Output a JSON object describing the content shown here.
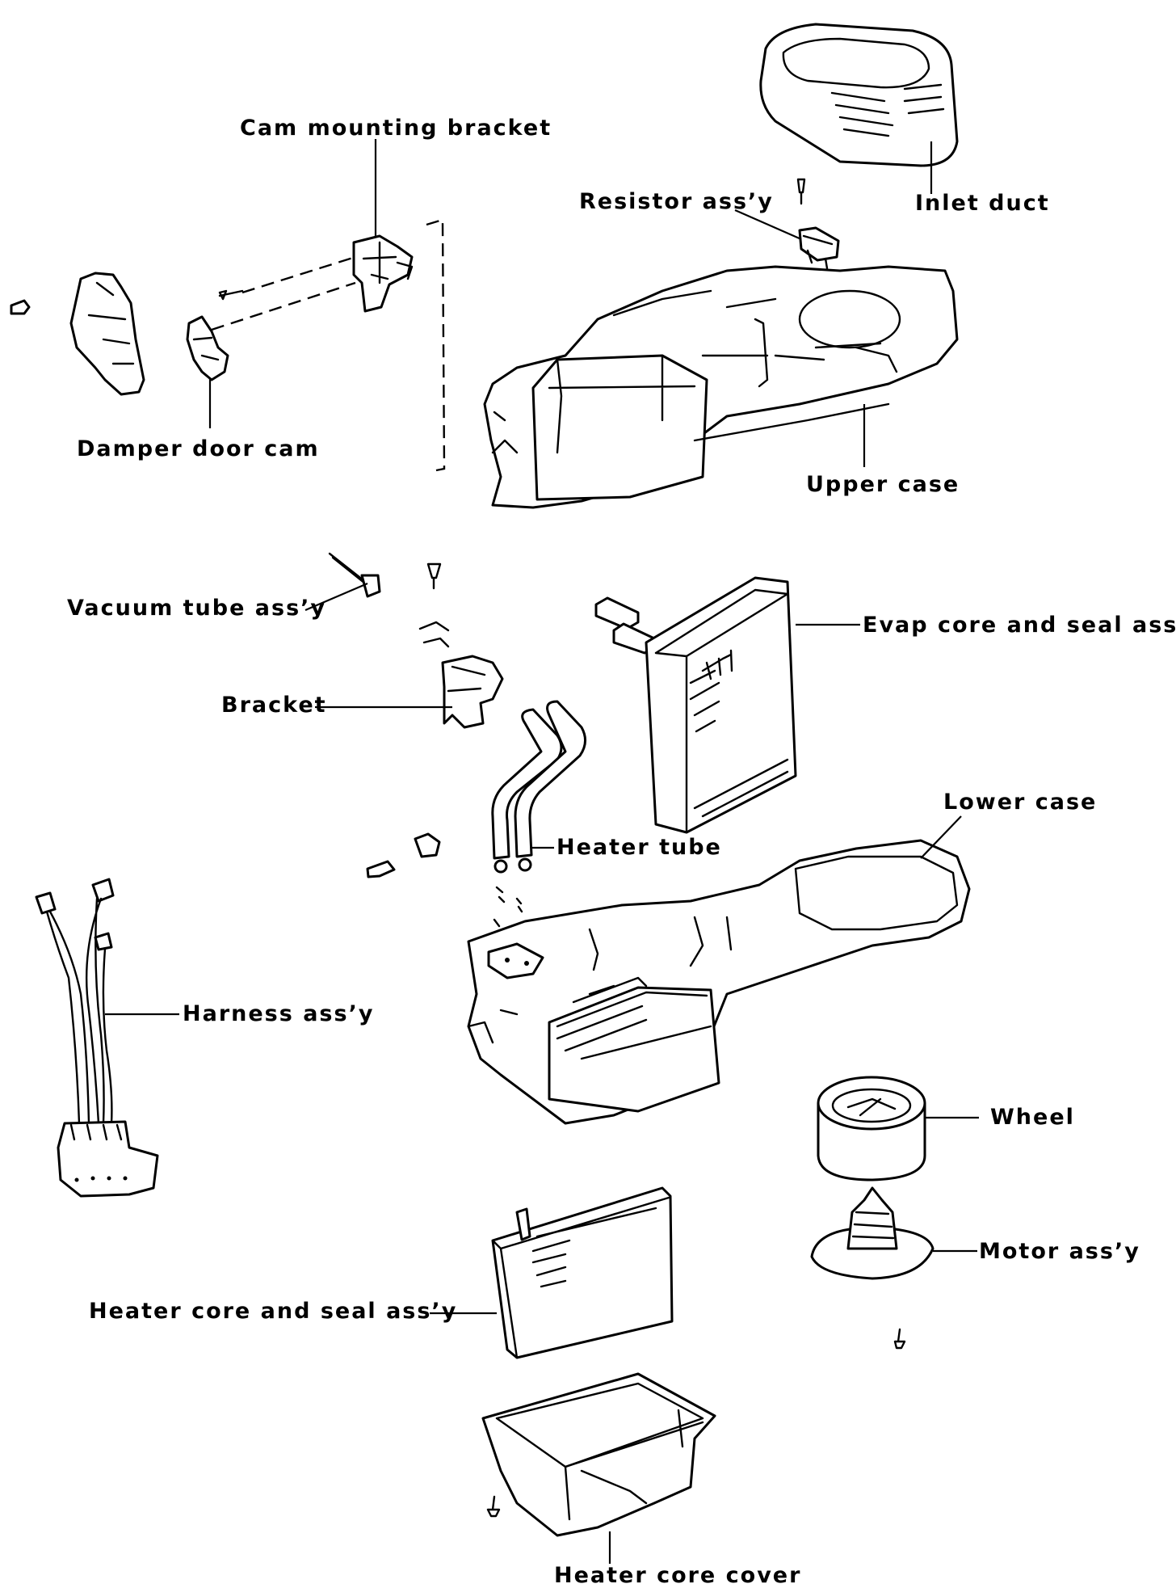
{
  "diagram": {
    "labels": {
      "cam_mounting_bracket": "Cam mounting bracket",
      "inlet_duct": "Inlet duct",
      "resistor_assy": "Resistor ass’y",
      "damper_door_cam": "Damper door cam",
      "upper_case": "Upper case",
      "vacuum_tube_assy": "Vacuum tube ass’y",
      "evap_core_and_seal_assy": "Evap core and seal ass’y",
      "bracket": "Bracket",
      "lower_case": "Lower case",
      "heater_tube": "Heater tube",
      "harness_assy": "Harness ass’y",
      "wheel": "Wheel",
      "motor_assy": "Motor ass’y",
      "heater_core_and_seal_assy": "Heater core and seal ass’y",
      "heater_core_cover": "Heater core cover"
    }
  }
}
